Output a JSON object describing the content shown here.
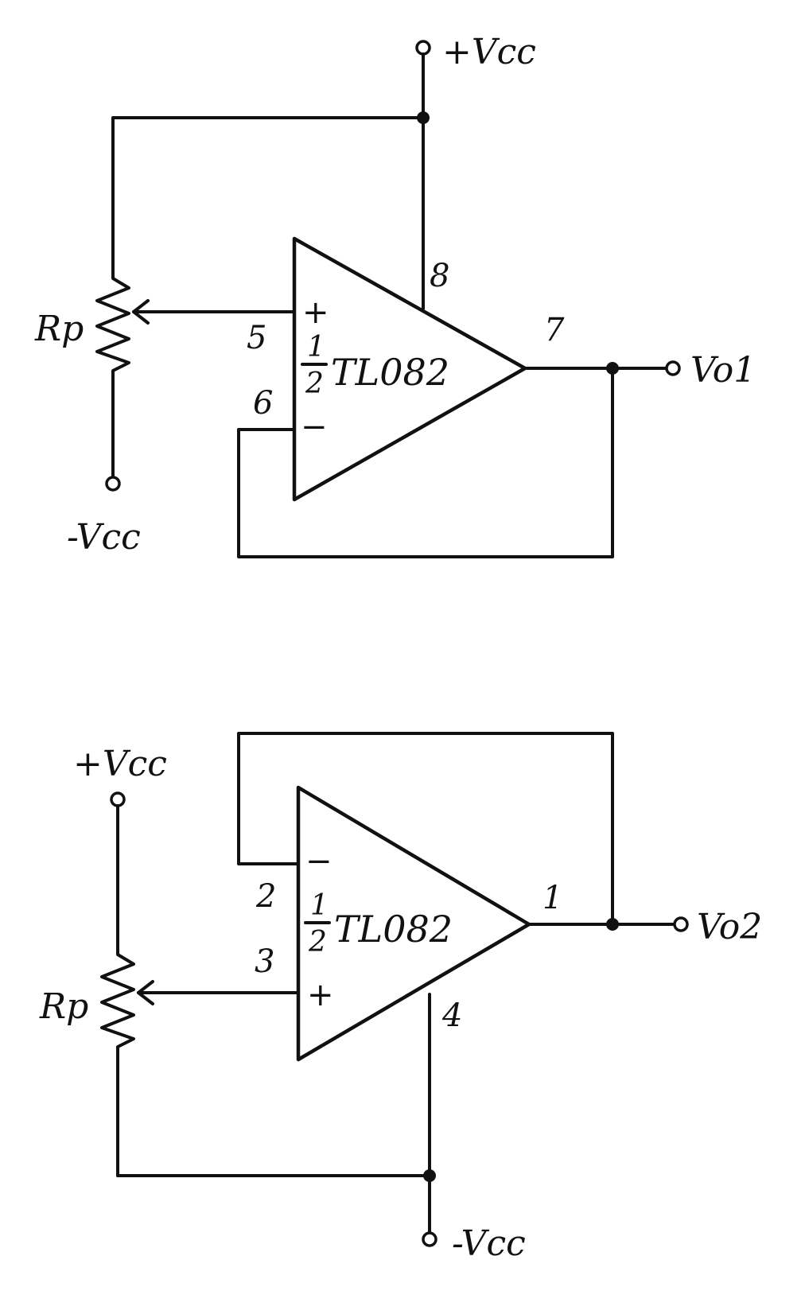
{
  "circuits": [
    {
      "supply_top": "+Vcc",
      "supply_bottom": "-Vcc",
      "pot": "Rp",
      "part_num": "1",
      "part_den": "2",
      "part": "TL082",
      "pin_plus_input": "5",
      "pin_minus_input": "6",
      "pin_output": "7",
      "pin_supply": "8",
      "sign_plus": "+",
      "sign_minus": "−",
      "output": "Vo1"
    },
    {
      "supply_top": "+Vcc",
      "supply_bottom": "-Vcc",
      "pot": "Rp",
      "part_num": "1",
      "part_den": "2",
      "part": "TL082",
      "pin_minus_input": "2",
      "pin_plus_input": "3",
      "pin_output": "1",
      "pin_supply": "4",
      "sign_plus": "+",
      "sign_minus": "−",
      "output": "Vo2"
    }
  ]
}
